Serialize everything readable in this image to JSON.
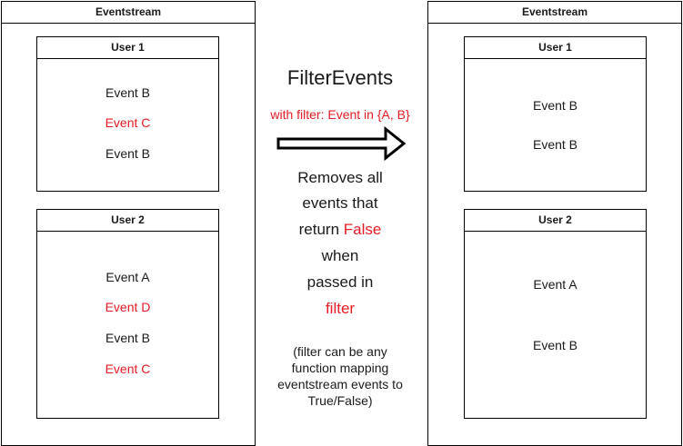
{
  "left_stream": {
    "title": "Eventstream",
    "user1": {
      "title": "User 1",
      "events": [
        "Event B",
        "Event C",
        "Event B"
      ]
    },
    "user2": {
      "title": "User 2",
      "events": [
        "Event A",
        "Event D",
        "Event B",
        "Event C"
      ]
    }
  },
  "operation": {
    "title": "FilterEvents",
    "with_prefix": "with ",
    "with_filter": "filter: Event in {A, B}",
    "desc_lines": [
      "Removes all",
      "events that"
    ],
    "desc_return": "return ",
    "desc_false": "False",
    "desc_lines_2": [
      "when",
      "passed in"
    ],
    "desc_filter": "filter",
    "note_lines": [
      "(filter can be any",
      "function mapping",
      "eventstream events to",
      "True/False)"
    ]
  },
  "right_stream": {
    "title": "Eventstream",
    "user1": {
      "title": "User 1",
      "events": [
        "Event B",
        "Event B"
      ]
    },
    "user2": {
      "title": "User 2",
      "events": [
        "Event A",
        "Event B"
      ]
    }
  },
  "colors": {
    "highlight": "#e51c23",
    "border": "#000000",
    "text": "#1a1a1a"
  }
}
